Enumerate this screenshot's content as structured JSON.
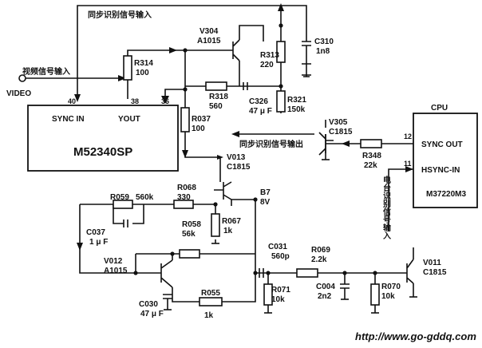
{
  "signals": {
    "sync_input": "同步识别信号输入",
    "video_signal_input": "视频信号输入",
    "video": "VIDEO",
    "sync_output": "同步识别信号输出",
    "station_detect_input": "电台识别信号输入"
  },
  "chips": {
    "m52340sp": {
      "name": "M52340SP",
      "sync_in": "SYNC IN",
      "yout": "YOUT",
      "pin_40": "40",
      "pin_38": "38",
      "pin_36": "36"
    },
    "cpu": {
      "title": "CPU",
      "name": "M37220M3",
      "sync_out": "SYNC OUT",
      "hsync_in": "HSYNC-IN",
      "pin_12": "12",
      "pin_11": "11"
    }
  },
  "components": {
    "v304": {
      "ref": "V304",
      "part": "A1015"
    },
    "v305": {
      "ref": "V305",
      "part": "C1815"
    },
    "v013": {
      "ref": "V013",
      "part": "C1815"
    },
    "v012": {
      "ref": "V012",
      "part": "A1015"
    },
    "v011": {
      "ref": "V011",
      "part": "C1815"
    },
    "r314": {
      "ref": "R314",
      "value": "100"
    },
    "r318": {
      "ref": "R318",
      "value": "560"
    },
    "r313": {
      "ref": "R313",
      "value": "220"
    },
    "r321": {
      "ref": "R321",
      "value": "150k"
    },
    "r037": {
      "ref": "R037",
      "value": "100"
    },
    "r348": {
      "ref": "R348",
      "value": "22k"
    },
    "r059": {
      "ref": "R059",
      "value": "560k"
    },
    "r068": {
      "ref": "R068",
      "value": "330"
    },
    "r058": {
      "ref": "R058",
      "value": "56k"
    },
    "r067": {
      "ref": "R067",
      "value": "1k"
    },
    "r069": {
      "ref": "R069",
      "value": "2.2k"
    },
    "r071": {
      "ref": "R071",
      "value": "10k"
    },
    "r070": {
      "ref": "R070",
      "value": "10k"
    },
    "r055": {
      "ref": "R055",
      "value": "1k"
    },
    "c310": {
      "ref": "C310",
      "value": "1n8"
    },
    "c326": {
      "ref": "C326",
      "value": "47 μ F"
    },
    "c037": {
      "ref": "C037",
      "value": "1 μ F"
    },
    "c031": {
      "ref": "C031",
      "value": "560p"
    },
    "c004": {
      "ref": "C004",
      "value": "2n2"
    },
    "c030": {
      "ref": "C030",
      "value": "47 μ F"
    }
  },
  "supply": {
    "ref": "B7",
    "voltage": "8V"
  },
  "watermark": "http://www.go-gddq.com"
}
